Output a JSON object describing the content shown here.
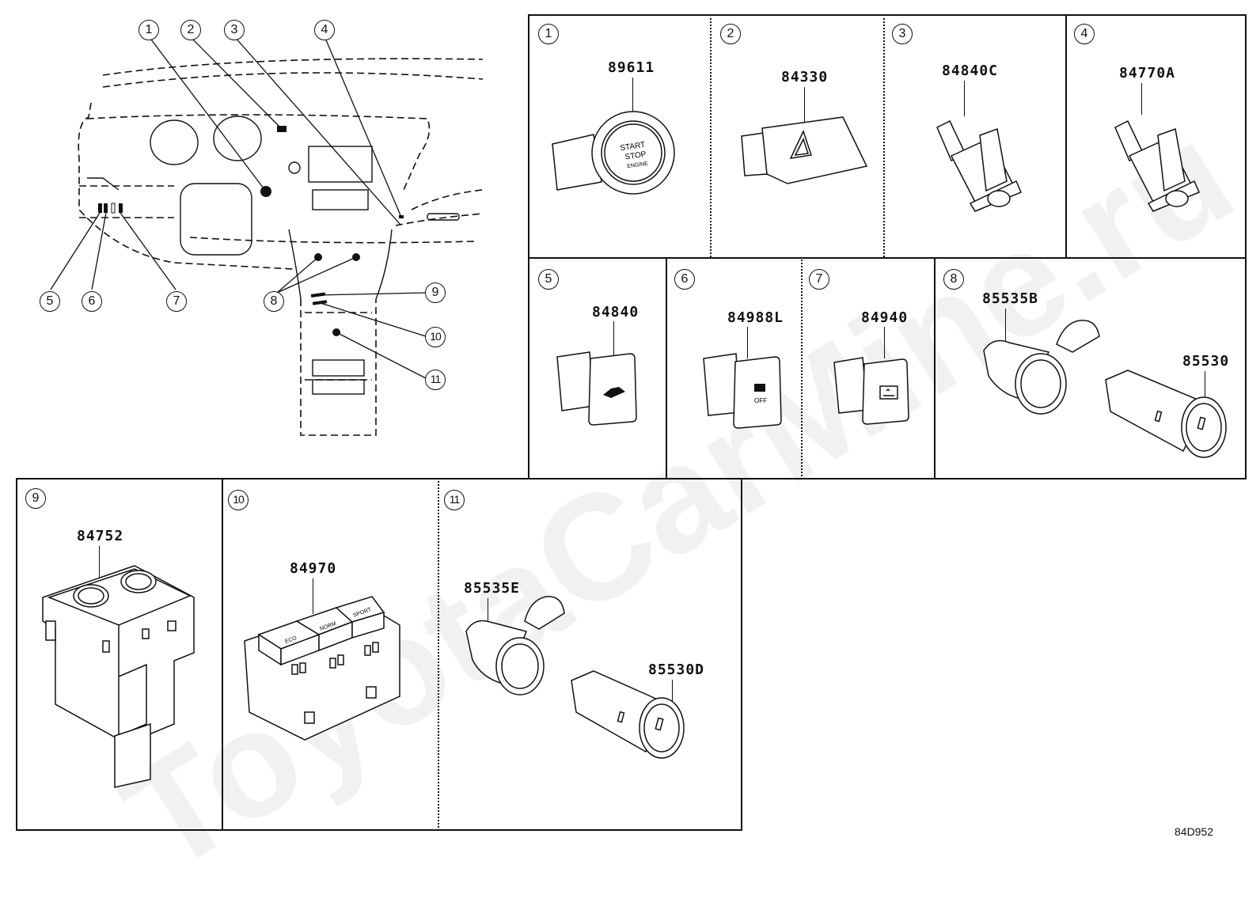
{
  "watermark": "ToyotaCarMine.ru",
  "diagram_id": "84D952",
  "overview": {
    "callouts": [
      "1",
      "2",
      "3",
      "4",
      "5",
      "6",
      "7",
      "8",
      "9",
      "10",
      "11"
    ]
  },
  "panels": [
    {
      "num": "1",
      "parts": [
        {
          "pn": "89611",
          "label_text": [
            "START",
            "STOP",
            "ENGINE"
          ]
        }
      ]
    },
    {
      "num": "2",
      "parts": [
        {
          "pn": "84330"
        }
      ]
    },
    {
      "num": "3",
      "parts": [
        {
          "pn": "84840C"
        }
      ]
    },
    {
      "num": "4",
      "parts": [
        {
          "pn": "84770A"
        }
      ]
    },
    {
      "num": "5",
      "parts": [
        {
          "pn": "84840"
        }
      ]
    },
    {
      "num": "6",
      "parts": [
        {
          "pn": "84988L",
          "label_text": [
            "OFF"
          ]
        }
      ]
    },
    {
      "num": "7",
      "parts": [
        {
          "pn": "84940"
        }
      ]
    },
    {
      "num": "8",
      "parts": [
        {
          "pn": "85535B"
        },
        {
          "pn": "85530"
        }
      ]
    },
    {
      "num": "9",
      "parts": [
        {
          "pn": "84752"
        }
      ]
    },
    {
      "num": "10",
      "parts": [
        {
          "pn": "84970",
          "label_text": [
            "ECO",
            "NORM",
            "SPORT"
          ]
        }
      ]
    },
    {
      "num": "11",
      "parts": [
        {
          "pn": "85535E"
        },
        {
          "pn": "85530D"
        }
      ]
    }
  ]
}
